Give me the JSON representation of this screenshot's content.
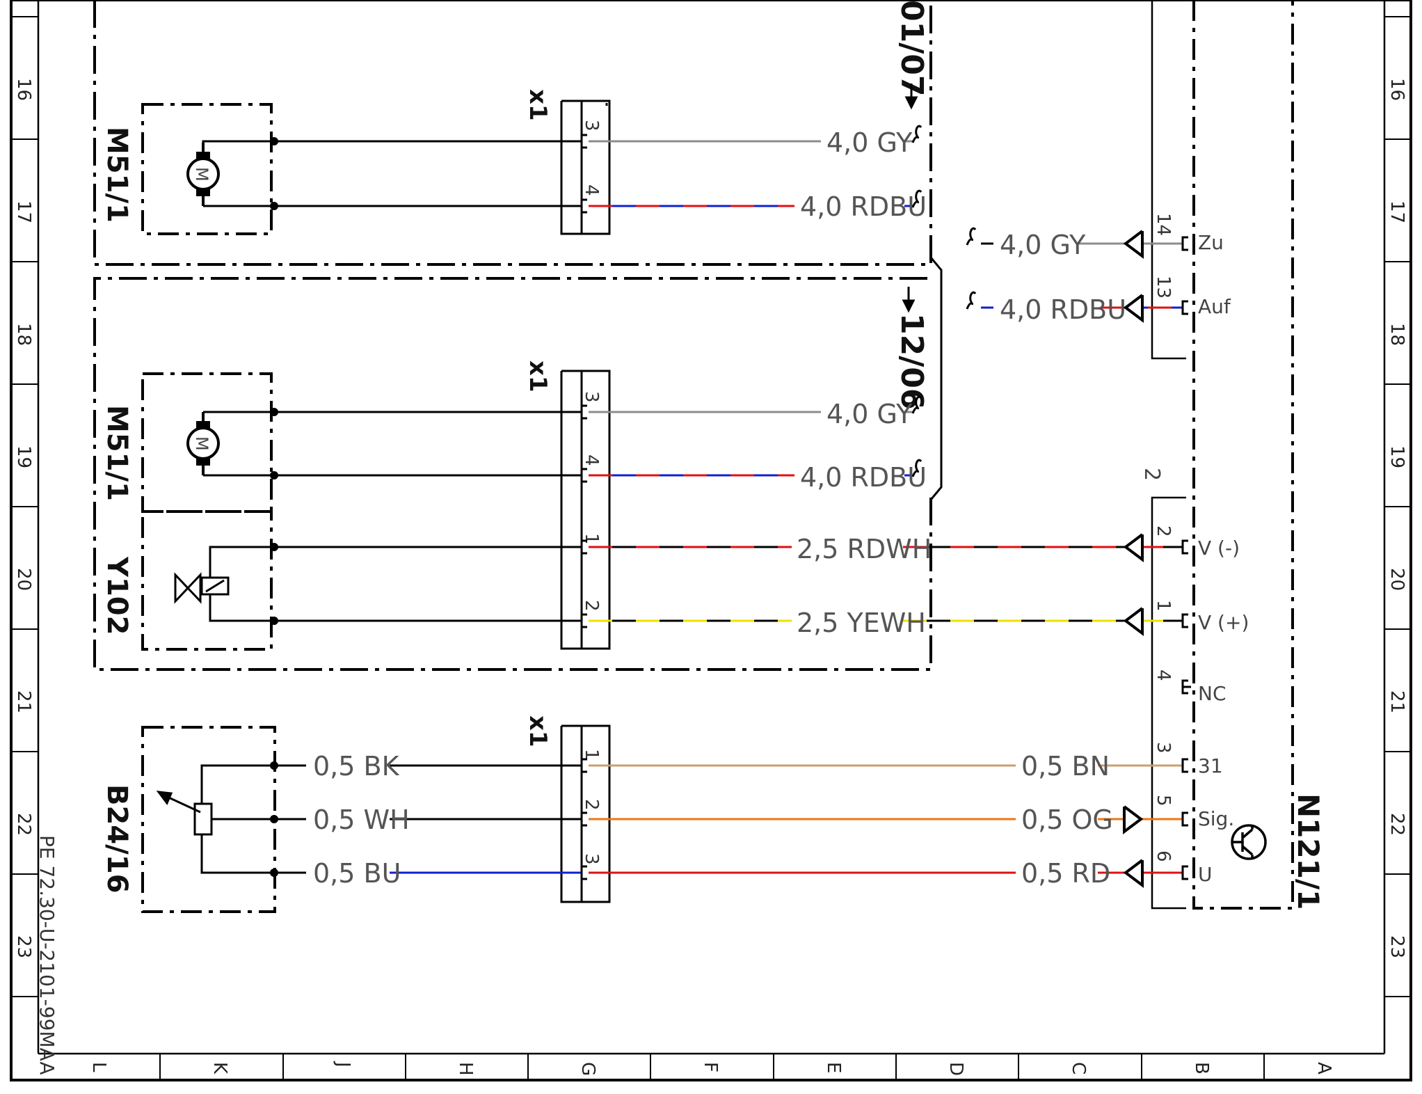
{
  "colors": {
    "GY": "#8c8c8c",
    "RD": "#e01010",
    "BU": "#1020d0",
    "WH": "#ffffff",
    "YE": "#f0e000",
    "BK": "#000000",
    "BN": "#c8a070",
    "OG": "#ee7711",
    "frame": "#000000"
  },
  "grid": {
    "rows": [
      "16",
      "17",
      "18",
      "19",
      "20",
      "21",
      "22",
      "23"
    ],
    "columns": [
      "L",
      "K",
      "J",
      "H",
      "G",
      "F",
      "E",
      "D",
      "C",
      "B",
      "A"
    ]
  },
  "doc_code": "PE 72.30-U-2101-99MAA",
  "variant_labels": {
    "top": "01/07",
    "bottom": "12/06"
  },
  "components": {
    "motor_top": "M51/1",
    "motor_bottom": "M51/1",
    "valve": "Y102",
    "sensor": "B24/16",
    "control_unit": "N121/1",
    "connector": "x1",
    "motor_symbol": "M",
    "unit_connector_number": "2"
  },
  "wire_labels": {
    "gy_40": "4,0 GY",
    "rdbu_40": "4,0 RDBU",
    "rdwh_25": "2,5 RDWH",
    "yewh_25": "2,5 YEWH",
    "bk_05": "0,5 BK",
    "wh_05": "0,5 WH",
    "bu_05": "0,5 BU",
    "bn_05": "0,5 BN",
    "og_05": "0,5 OG",
    "rd_05": "0,5 RD"
  },
  "unit_pins": {
    "zu": {
      "num": "14",
      "name": "Zu"
    },
    "auf": {
      "num": "13",
      "name": "Auf"
    },
    "vminus": {
      "num": "2",
      "name": "V (-)"
    },
    "vplus": {
      "num": "1",
      "name": "V (+)"
    },
    "nc": {
      "num": "4",
      "name": "NC"
    },
    "p31": {
      "num": "3",
      "name": "31"
    },
    "sig": {
      "num": "5",
      "name": "Sig."
    },
    "u": {
      "num": "6",
      "name": "U"
    }
  },
  "x1_pins": {
    "top": [
      "3",
      "4"
    ],
    "mid": [
      "3",
      "4",
      "1",
      "2"
    ],
    "bottom": [
      "1",
      "2",
      "3"
    ]
  }
}
